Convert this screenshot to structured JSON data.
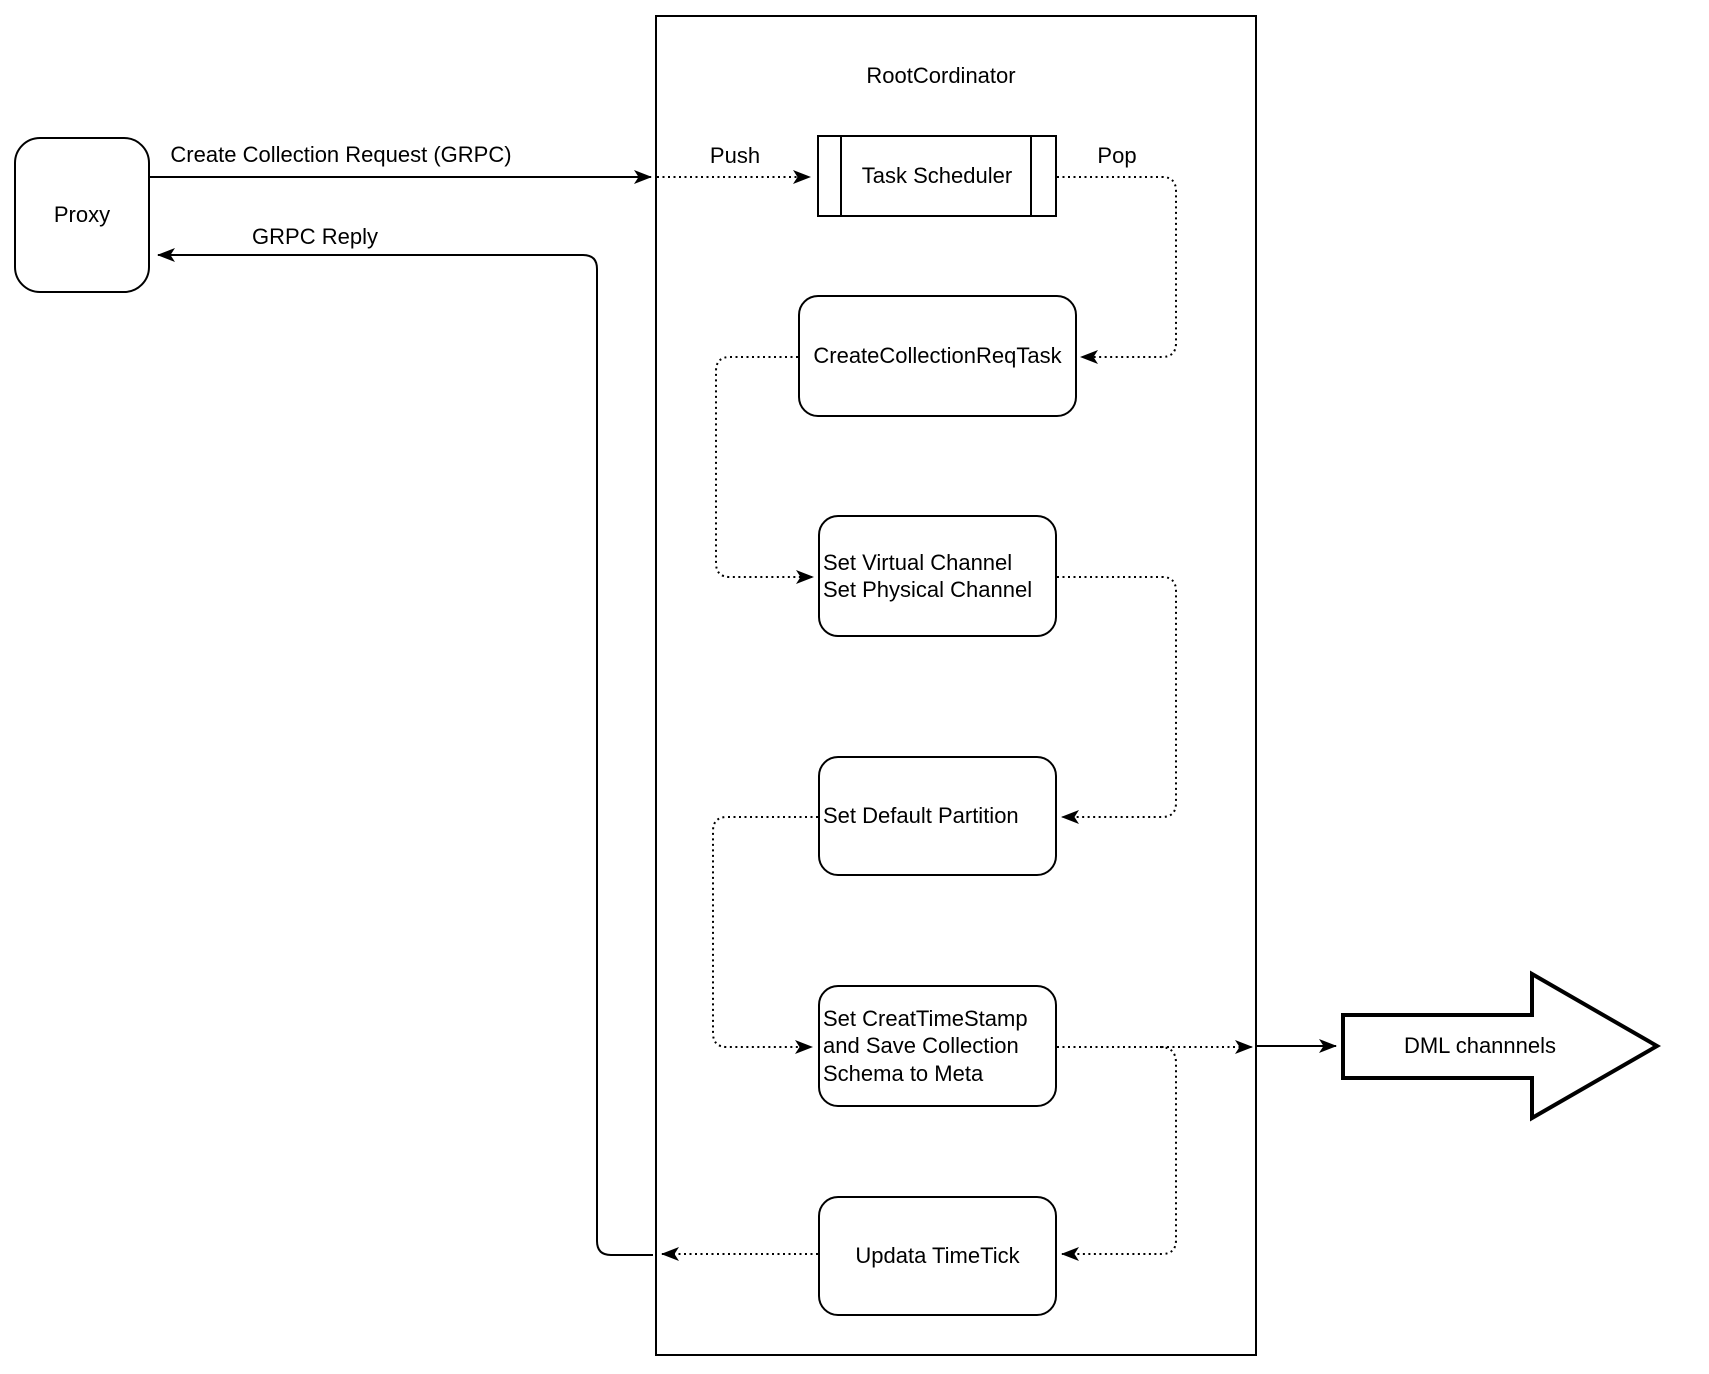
{
  "diagram": {
    "container": {
      "title": "RootCordinator"
    },
    "nodes": {
      "proxy": {
        "label": "Proxy"
      },
      "task_scheduler": {
        "label": "Task Scheduler"
      },
      "create_collection_req_task": {
        "label": "CreateCollectionReqTask"
      },
      "set_channels": {
        "label": "Set Virtual Channel\nSet Physical Channel"
      },
      "set_default_partition": {
        "label": "Set Default Partition"
      },
      "set_creat_timestamp": {
        "label": "Set CreatTimeStamp\nand Save Collection\nSchema to Meta"
      },
      "updata_timetick": {
        "label": "Updata TimeTick"
      },
      "dml_channels": {
        "label": "DML channnels"
      }
    },
    "edge_labels": {
      "create_collection_request": "Create Collection Request (GRPC)",
      "grpc_reply": "GRPC Reply",
      "push": "Push",
      "pop": "Pop"
    },
    "colors": {
      "stroke": "#000000",
      "background": "#ffffff"
    }
  }
}
